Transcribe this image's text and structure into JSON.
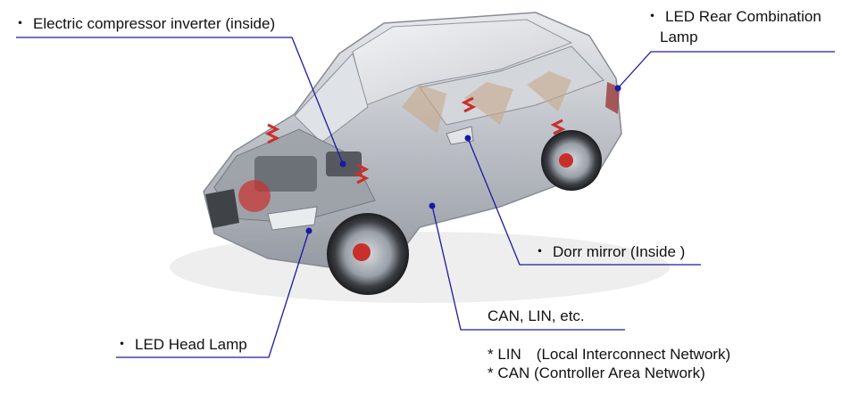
{
  "colors": {
    "leader_line": "#1a1aa6",
    "label_text": "#111111",
    "car_body": "#b9bcc2",
    "brake_accent": "#c9302c"
  },
  "labels": {
    "bullet": "・",
    "compressor": "Electric compressor inverter (inside)",
    "rear_lamp_line1": "LED Rear Combination",
    "rear_lamp_line2": "Lamp",
    "mirror": "Dorr mirror (Inside )",
    "can_lin": "CAN, LIN, etc.",
    "head_lamp": "LED Head Lamp"
  },
  "notes": [
    "* LIN　(Local Interconnect Network)",
    "* CAN (Controller Area Network)"
  ]
}
